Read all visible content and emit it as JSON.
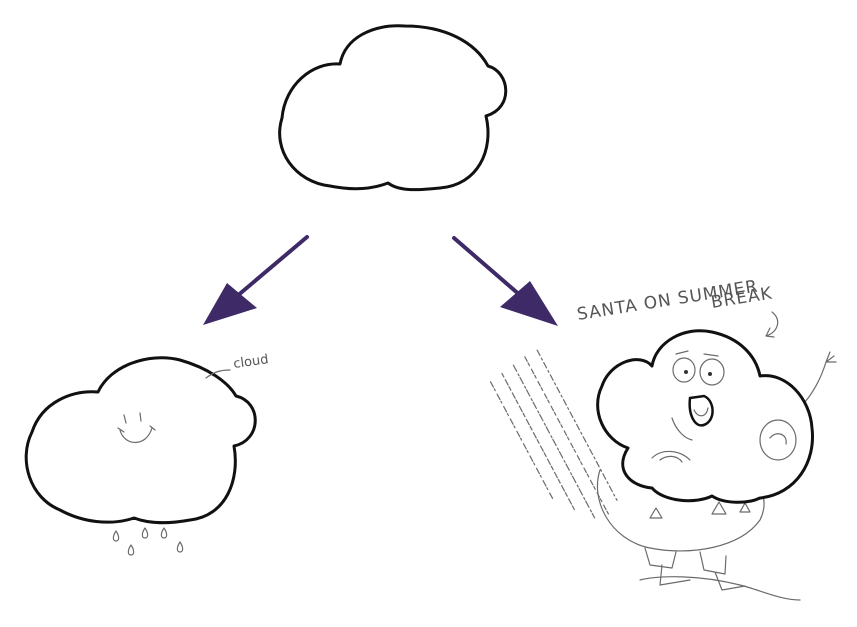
{
  "colors": {
    "arrow": "#3d2a66",
    "outline": "#111111",
    "pencil": "#6b6b6b",
    "background": "#ffffff"
  },
  "labels": {
    "cloud_note": "cloud",
    "santa_title_line1": "SANTA ON SUMMER",
    "santa_title_line2": "BREAK"
  },
  "icons": {
    "arrow_left": "arrow-down-left-icon",
    "arrow_right": "arrow-down-right-icon",
    "curved_pointer": "curved-arrow-icon"
  }
}
